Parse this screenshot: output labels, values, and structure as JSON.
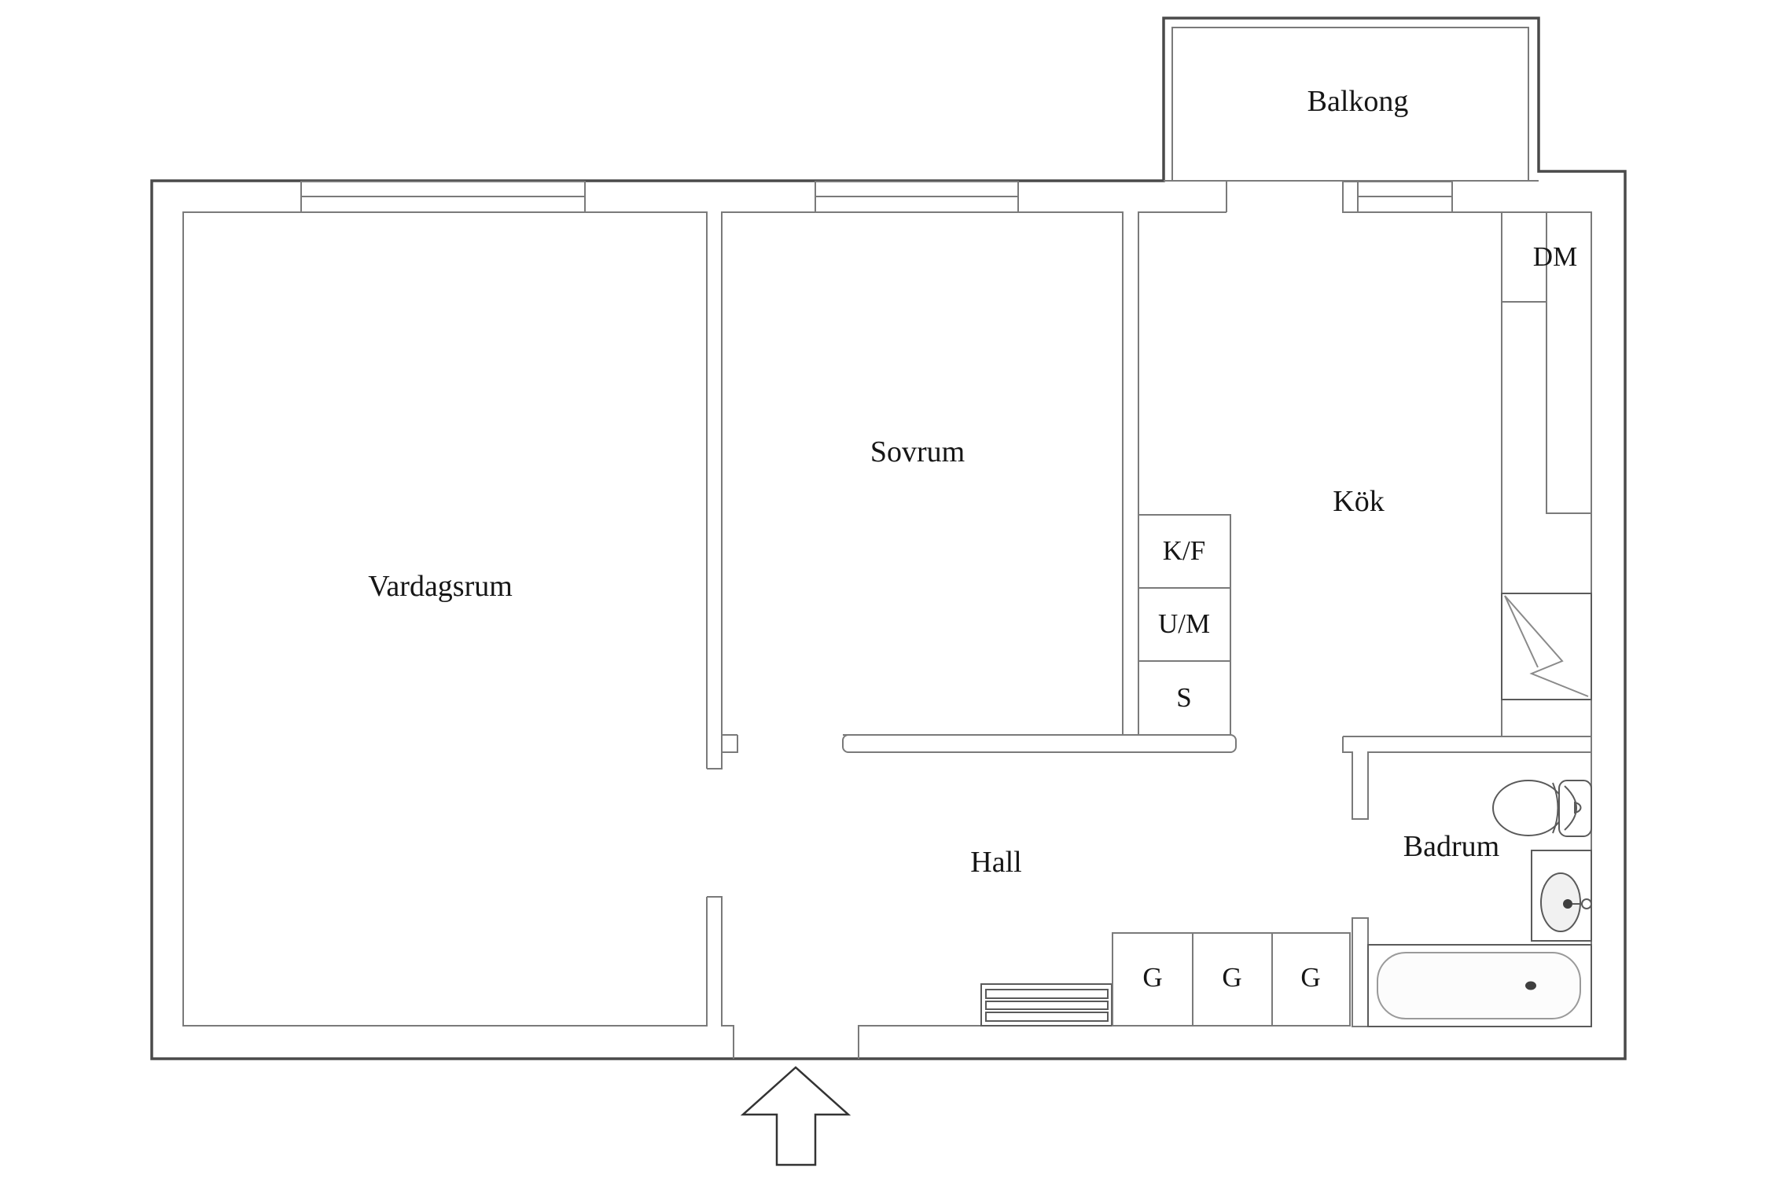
{
  "plan": {
    "title": "Apartment floor plan",
    "rooms": {
      "balkong": {
        "label": "Balkong"
      },
      "vardagsrum": {
        "label": "Vardagsrum"
      },
      "sovrum": {
        "label": "Sovrum"
      },
      "kok": {
        "label": "Kök"
      },
      "hall": {
        "label": "Hall"
      },
      "badrum": {
        "label": "Badrum"
      }
    },
    "appliances": {
      "dm": {
        "label": "DM"
      },
      "kf": {
        "label": "K/F"
      },
      "um": {
        "label": "U/M"
      },
      "s": {
        "label": "S"
      },
      "g1": {
        "label": "G"
      },
      "g2": {
        "label": "G"
      },
      "g3": {
        "label": "G"
      }
    },
    "icons": [
      "toilet-icon",
      "sink-icon",
      "bathtub-icon",
      "stove-icon",
      "radiator-icon",
      "entry-arrow-icon",
      "window-symbol",
      "balcony-railing"
    ],
    "colors": {
      "wall_outer": "#4a4a4a",
      "wall_inner": "#7a7a7a",
      "fixture": "#5a5a5a",
      "text": "#161616",
      "background": "#ffffff"
    }
  }
}
